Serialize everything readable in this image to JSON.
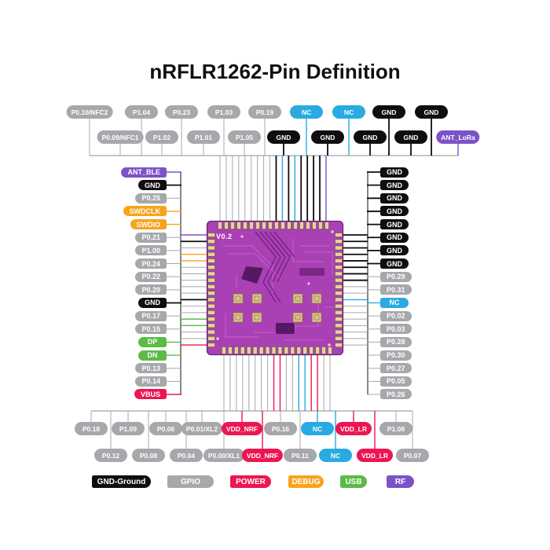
{
  "title": "nRFLR1262-Pin Definition",
  "chip": {
    "version": "V0.2"
  },
  "colors": {
    "gpio": "#A6A8AB",
    "gnd": "#0E0E10",
    "nc": "#29ABE2",
    "power": "#EC1652",
    "debug": "#F7A41D",
    "usb": "#5CBA47",
    "rf": "#7C52C8",
    "bus": "#8C8C8C",
    "side_bus": "#474747",
    "chip_body": "#A940B4"
  },
  "pins": {
    "top_row1": [
      {
        "label": "P0.10/NFC2",
        "type": "gpio"
      },
      {
        "label": "P1.04",
        "type": "gpio"
      },
      {
        "label": "P0.23",
        "type": "gpio"
      },
      {
        "label": "P1.03",
        "type": "gpio"
      },
      {
        "label": "P0.19",
        "type": "gpio"
      },
      {
        "label": "NC",
        "type": "nc"
      },
      {
        "label": "NC",
        "type": "nc"
      },
      {
        "label": "GND",
        "type": "gnd"
      },
      {
        "label": "GND",
        "type": "gnd"
      }
    ],
    "top_row2": [
      {
        "label": "P0.09/NFC1",
        "type": "gpio"
      },
      {
        "label": "P1.02",
        "type": "gpio"
      },
      {
        "label": "P1.01",
        "type": "gpio"
      },
      {
        "label": "P1.05",
        "type": "gpio"
      },
      {
        "label": "GND",
        "type": "gnd"
      },
      {
        "label": "GND",
        "type": "gnd"
      },
      {
        "label": "GND",
        "type": "gnd"
      },
      {
        "label": "GND",
        "type": "gnd"
      },
      {
        "label": "ANT_LoRa",
        "type": "rf"
      }
    ],
    "left": [
      {
        "label": "ANT_BLE",
        "type": "rf"
      },
      {
        "label": "GND",
        "type": "gnd"
      },
      {
        "label": "P0.25",
        "type": "gpio"
      },
      {
        "label": "SWDCLK",
        "type": "debug"
      },
      {
        "label": "SWDIO",
        "type": "debug"
      },
      {
        "label": "P0.21",
        "type": "gpio"
      },
      {
        "label": "P1.00",
        "type": "gpio"
      },
      {
        "label": "P0.24",
        "type": "gpio"
      },
      {
        "label": "P0.22",
        "type": "gpio"
      },
      {
        "label": "P0.20",
        "type": "gpio"
      },
      {
        "label": "GND",
        "type": "gnd"
      },
      {
        "label": "P0.17",
        "type": "gpio"
      },
      {
        "label": "P0.15",
        "type": "gpio"
      },
      {
        "label": "DP",
        "type": "usb"
      },
      {
        "label": "DN",
        "type": "usb"
      },
      {
        "label": "P0.13",
        "type": "gpio"
      },
      {
        "label": "P0.14",
        "type": "gpio"
      },
      {
        "label": "VBUS",
        "type": "power"
      }
    ],
    "right": [
      {
        "label": "GND",
        "type": "gnd"
      },
      {
        "label": "GND",
        "type": "gnd"
      },
      {
        "label": "GND",
        "type": "gnd"
      },
      {
        "label": "GND",
        "type": "gnd"
      },
      {
        "label": "GND",
        "type": "gnd"
      },
      {
        "label": "GND",
        "type": "gnd"
      },
      {
        "label": "GND",
        "type": "gnd"
      },
      {
        "label": "GND",
        "type": "gnd"
      },
      {
        "label": "P0.29",
        "type": "gpio"
      },
      {
        "label": "P0.31",
        "type": "gpio"
      },
      {
        "label": "NC",
        "type": "nc"
      },
      {
        "label": "P0.02",
        "type": "gpio"
      },
      {
        "label": "P0.03",
        "type": "gpio"
      },
      {
        "label": "P0.28",
        "type": "gpio"
      },
      {
        "label": "P0.30",
        "type": "gpio"
      },
      {
        "label": "P0.27",
        "type": "gpio"
      },
      {
        "label": "P0.05",
        "type": "gpio"
      },
      {
        "label": "P0.26",
        "type": "gpio"
      }
    ],
    "bottom_row1": [
      {
        "label": "P0.18",
        "type": "gpio"
      },
      {
        "label": "P1.09",
        "type": "gpio"
      },
      {
        "label": "P0.06",
        "type": "gpio"
      },
      {
        "label": "P0.01/XL2",
        "type": "gpio"
      },
      {
        "label": "VDD_NRF",
        "type": "power"
      },
      {
        "label": "P0.16",
        "type": "gpio"
      },
      {
        "label": "NC",
        "type": "nc"
      },
      {
        "label": "VDD_LR",
        "type": "power"
      },
      {
        "label": "P1.08",
        "type": "gpio"
      }
    ],
    "bottom_row2": [
      {
        "label": "P0.12",
        "type": "gpio"
      },
      {
        "label": "P0.08",
        "type": "gpio"
      },
      {
        "label": "P0.04",
        "type": "gpio"
      },
      {
        "label": "P0.00/XL1",
        "type": "gpio"
      },
      {
        "label": "VDD_NRF",
        "type": "power"
      },
      {
        "label": "P0.11",
        "type": "gpio"
      },
      {
        "label": "NC",
        "type": "nc"
      },
      {
        "label": "VDD_LR",
        "type": "power"
      },
      {
        "label": "P0.07",
        "type": "gpio"
      }
    ]
  },
  "legend": [
    {
      "label": "GND-Ground",
      "type": "gnd"
    },
    {
      "label": "GPIO",
      "type": "gpio"
    },
    {
      "label": "POWER",
      "type": "power"
    },
    {
      "label": "DEBUG",
      "type": "debug"
    },
    {
      "label": "USB",
      "type": "usb"
    },
    {
      "label": "RF",
      "type": "rf"
    }
  ]
}
